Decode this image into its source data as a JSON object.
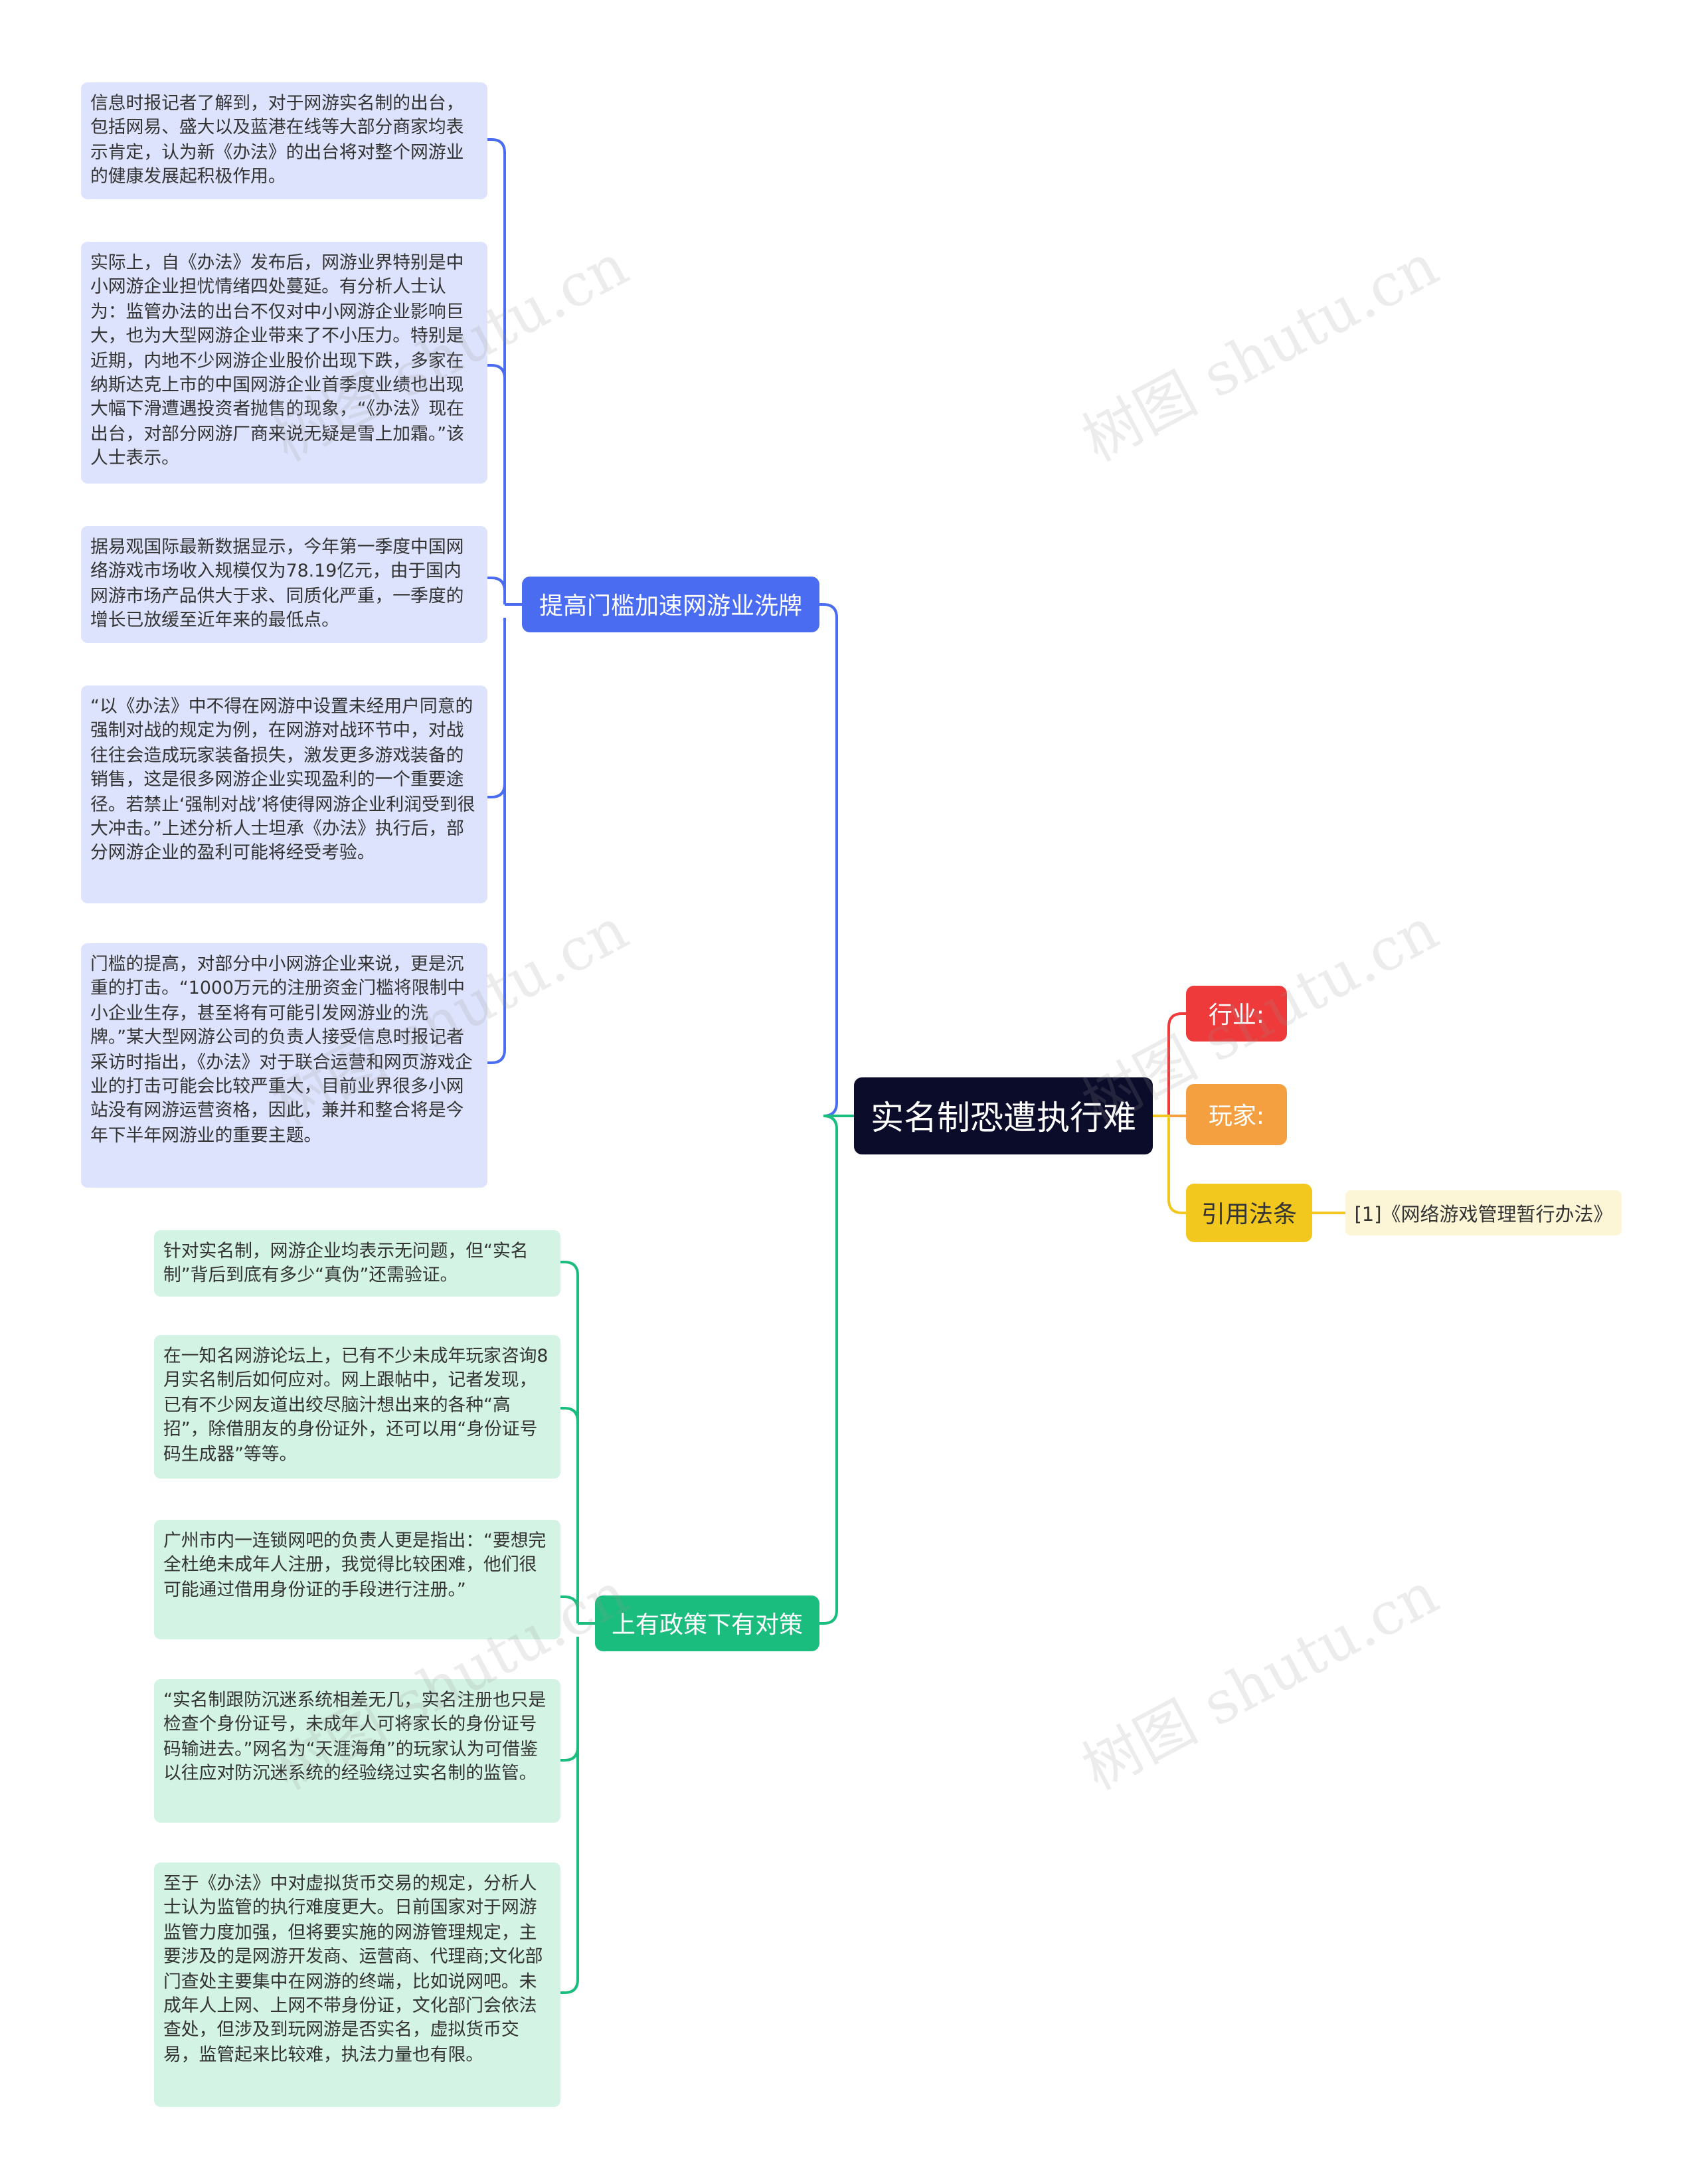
{
  "root": {
    "label": "实名制恐遭执行难"
  },
  "branches": {
    "threshold": {
      "label": "提高门槛加速网游业洗牌",
      "items": [
        "信息时报记者了解到，对于网游实名制的出台，包括网易、盛大以及蓝港在线等大部分商家均表示肯定，认为新《办法》的出台将对整个网游业的健康发展起积极作用。",
        "实际上，自《办法》发布后，网游业界特别是中小网游企业担忧情绪四处蔓延。有分析人士认为：监管办法的出台不仅对中小网游企业影响巨大，也为大型网游企业带来了不小压力。特别是近期，内地不少网游企业股价出现下跌，多家在纳斯达克上市的中国网游企业首季度业绩也出现大幅下滑遭遇投资者抛售的现象，“《办法》现在出台，对部分网游厂商来说无疑是雪上加霜。”该人士表示。",
        "据易观国际最新数据显示，今年第一季度中国网络游戏市场收入规模仅为78.19亿元，由于国内网游市场产品供大于求、同质化严重，一季度的增长已放缓至近年来的最低点。",
        "“以《办法》中不得在网游中设置未经用户同意的强制对战的规定为例，在网游对战环节中，对战往往会造成玩家装备损失，激发更多游戏装备的销售，这是很多网游企业实现盈利的一个重要途径。若禁止‘强制对战’将使得网游企业利润受到很大冲击。”上述分析人士坦承《办法》执行后，部分网游企业的盈利可能将经受考验。",
        "门槛的提高，对部分中小网游企业来说，更是沉重的打击。“1000万元的注册资金门槛将限制中小企业生存，甚至将有可能引发网游业的洗牌。”某大型网游公司的负责人接受信息时报记者采访时指出，《办法》对于联合运营和网页游戏企业的打击可能会比较严重大，目前业界很多小网站没有网游运营资格，因此，兼并和整合将是今年下半年网游业的重要主题。"
      ]
    },
    "policy": {
      "label": "上有政策下有对策",
      "items": [
        "针对实名制，网游企业均表示无问题，但“实名制”背后到底有多少“真伪”还需验证。",
        "在一知名网游论坛上，已有不少未成年玩家咨询8月实名制后如何应对。网上跟帖中，记者发现，已有不少网友道出绞尽脑汁想出来的各种“高招”，除借朋友的身份证外，还可以用“身份证号码生成器”等等。",
        "广州市内一连锁网吧的负责人更是指出：“要想完全杜绝未成年人注册，我觉得比较困难，他们很可能通过借用身份证的手段进行注册。”",
        "“实名制跟防沉迷系统相差无几，实名注册也只是检查个身份证号，未成年人可将家长的身份证号码输进去。”网名为“天涯海角”的玩家认为可借鉴以往应对防沉迷系统的经验绕过实名制的监管。",
        "至于《办法》中对虚拟货币交易的规定，分析人士认为监管的执行难度更大。日前国家对于网游监管力度加强，但将要实施的网游管理规定，主要涉及的是网游开发商、运营商、代理商;文化部门查处主要集中在网游的终端，比如说网吧。未成年人上网、上网不带身份证，文化部门会依法查处，但涉及到玩网游是否实名，虚拟货币交易，监管起来比较难，执法力量也有限。"
      ]
    },
    "industry": {
      "label": "行业:"
    },
    "players": {
      "label": "玩家:"
    },
    "law": {
      "label": "引用法条",
      "ref": "[1]《网络游戏管理暂行办法》"
    }
  },
  "watermark": "树图 shutu.cn",
  "colors": {
    "root_bg": "#0b0c2a",
    "threshold": "#4a6cf0",
    "threshold_leaf": "#dde3fc",
    "policy": "#1bbd7e",
    "policy_leaf": "#d3f3e4",
    "industry": "#ee3a3a",
    "players": "#f5a040",
    "law": "#f2c81e",
    "law_ref_bg": "#fdf6d6"
  }
}
